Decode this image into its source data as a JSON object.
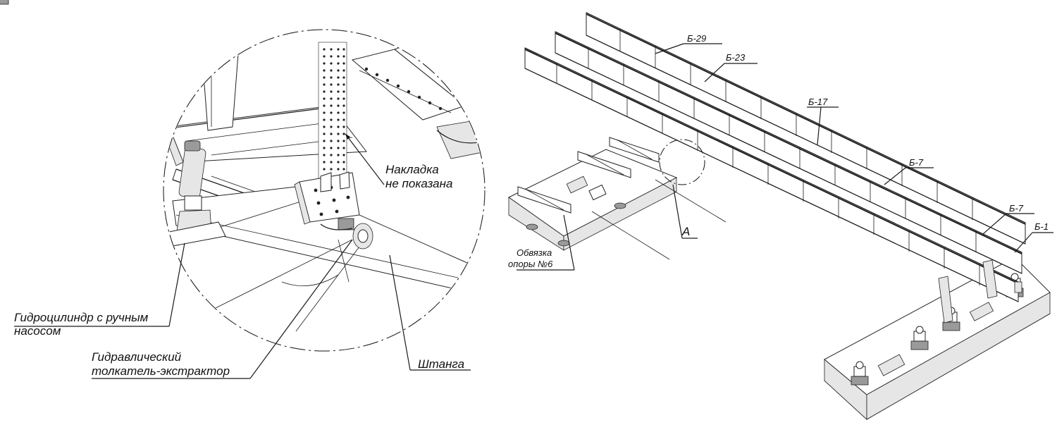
{
  "detail": {
    "overlay_note": "Накладка не показана",
    "cylinder": "Гидроцилиндр с ручным насосом",
    "pusher": "Гидравлический толкатель-экстрактор",
    "rod": "Штанга"
  },
  "overview": {
    "view_marker": "А",
    "support_tie": "Обвязка опоры №6",
    "beams": [
      {
        "label": "Б-29"
      },
      {
        "label": "Б-23"
      },
      {
        "label": "Б-17"
      },
      {
        "label": "Б-7"
      },
      {
        "label": "Б-7"
      },
      {
        "label": "Б-1"
      }
    ]
  }
}
